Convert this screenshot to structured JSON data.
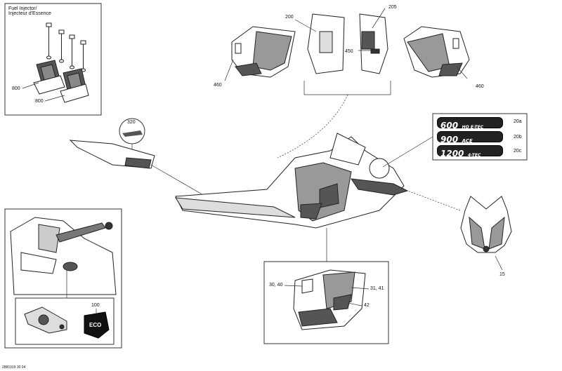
{
  "inset_fuel_injector": {
    "title_line1": "Fuel Injector/",
    "title_line2": "Injecteur d'Essence",
    "callouts": [
      "800",
      "800"
    ]
  },
  "side_panels": {
    "callouts": [
      "200",
      "205",
      "450",
      "460",
      "460"
    ]
  },
  "emblem": {
    "callout": "320"
  },
  "decals": [
    {
      "big": "600",
      "small": "HO E-TEC",
      "callout": "20a"
    },
    {
      "big": "900",
      "small": "ACE",
      "callout": "20b"
    },
    {
      "big": "1200",
      "small": "4-TEC",
      "callout": "20c"
    }
  ],
  "windshield": {
    "callout": "15"
  },
  "side_panel_detail": {
    "callouts": [
      "30, 40",
      "31, 41",
      "42"
    ]
  },
  "eco_inset": {
    "callout": "100",
    "eco_text": "ECO"
  },
  "footer_code": "2881919 30 04"
}
